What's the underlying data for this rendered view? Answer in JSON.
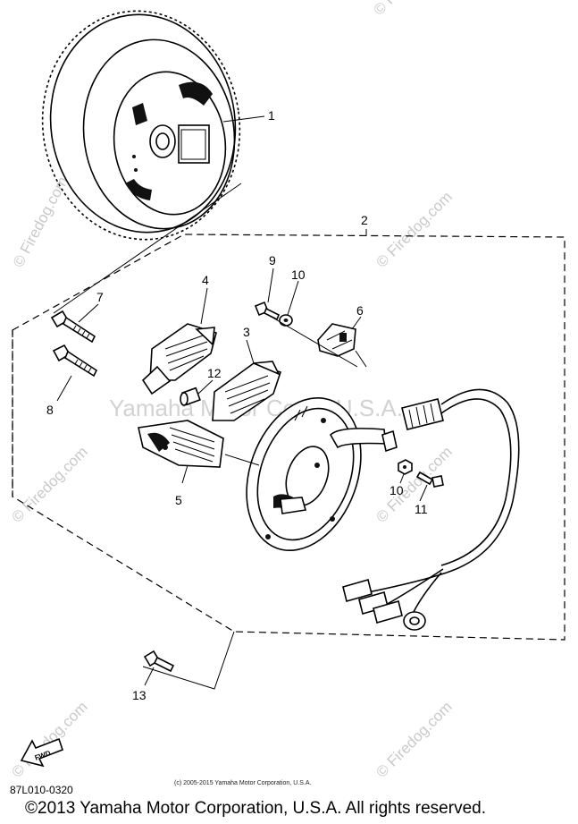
{
  "watermarks": {
    "side": "© Firedog.com",
    "diag": "© Firedog.com",
    "center": "Yamaha Motor Corp., U.S.A."
  },
  "callouts": {
    "p1": "1",
    "p2": "2",
    "p3": "3",
    "p4": "4",
    "p5": "5",
    "p6": "6",
    "p7": "7",
    "p8": "8",
    "p9": "9",
    "p10a": "10",
    "p10b": "10",
    "p11": "11",
    "p12": "12",
    "p13": "13"
  },
  "fwd_label": "FWD",
  "part_code": "87L010-0320",
  "small_copyright": "(c) 2005-2015 Yamaha Motor Corporation, U.S.A.",
  "footer_copyright": "©2013 Yamaha Motor Corporation, U.S.A. All rights reserved."
}
